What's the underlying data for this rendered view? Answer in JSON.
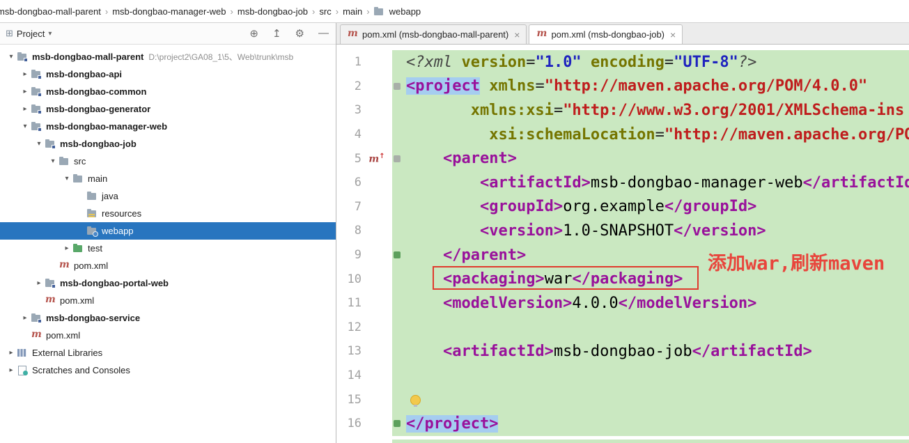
{
  "colors": {
    "editor_added_line_bg": "#cae8c1",
    "tree_selection_bg": "#2875bf",
    "xml_tag": "#99119b",
    "xml_attr_name": "#757500",
    "xml_attr_value_url": "#bf1d1d",
    "xml_attr_value": "#1f23bf",
    "matched_tag_highlight": "#a5cdf0",
    "annotation_red": "#e8453c",
    "highlight_box_red": "#e03a2d"
  },
  "breadcrumbs": {
    "separator_glyph": "›",
    "items": [
      {
        "label": "msb-dongbao-mall-parent"
      },
      {
        "label": "msb-dongbao-manager-web"
      },
      {
        "label": "msb-dongbao-job"
      },
      {
        "label": "src"
      },
      {
        "label": "main"
      },
      {
        "label": "webapp",
        "icon": "folder"
      }
    ]
  },
  "project_panel": {
    "title": "Project",
    "title_icon_glyph": "⊞",
    "title_dropdown_glyph": "▾",
    "toolbar_icons": [
      {
        "name": "locate-file-icon",
        "glyph": "⊕"
      },
      {
        "name": "collapse-all-icon",
        "glyph": "↥"
      },
      {
        "name": "settings-gear-icon",
        "glyph": "⚙"
      },
      {
        "name": "hide-panel-icon",
        "glyph": "—"
      }
    ],
    "tree": [
      {
        "label": "msb-dongbao-mall-parent",
        "path": "D:\\project2\\GA08_1\\5、Web\\trunk\\msb",
        "level": 0,
        "arrow": "open",
        "icon": "folder-module",
        "bold": true
      },
      {
        "label": "msb-dongbao-api",
        "level": 1,
        "arrow": "closed",
        "icon": "folder-module",
        "bold": true
      },
      {
        "label": "msb-dongbao-common",
        "level": 1,
        "arrow": "closed",
        "icon": "folder-module",
        "bold": true
      },
      {
        "label": "msb-dongbao-generator",
        "level": 1,
        "arrow": "closed",
        "icon": "folder-module",
        "bold": true
      },
      {
        "label": "msb-dongbao-manager-web",
        "level": 1,
        "arrow": "open",
        "icon": "folder-module",
        "bold": true
      },
      {
        "label": "msb-dongbao-job",
        "level": 2,
        "arrow": "open",
        "icon": "folder-module",
        "bold": true
      },
      {
        "label": "src",
        "level": 3,
        "arrow": "open",
        "icon": "folder"
      },
      {
        "label": "main",
        "level": 4,
        "arrow": "open",
        "icon": "folder"
      },
      {
        "label": "java",
        "level": 5,
        "icon": "folder"
      },
      {
        "label": "resources",
        "level": 5,
        "icon": "folder-resources"
      },
      {
        "label": "webapp",
        "level": 5,
        "icon": "folder-web",
        "selected": true
      },
      {
        "label": "test",
        "level": 4,
        "arrow": "closed",
        "icon": "folder-test"
      },
      {
        "label": "pom.xml",
        "level": 3,
        "icon": "maven"
      },
      {
        "label": "msb-dongbao-portal-web",
        "level": 2,
        "arrow": "closed",
        "icon": "folder-module",
        "bold": true
      },
      {
        "label": "pom.xml",
        "level": 2,
        "icon": "maven"
      },
      {
        "label": "msb-dongbao-service",
        "level": 1,
        "arrow": "closed",
        "icon": "folder-module",
        "bold": true
      },
      {
        "label": "pom.xml",
        "level": 1,
        "icon": "maven"
      },
      {
        "label": "External Libraries",
        "level": 0,
        "arrow": "closed",
        "icon": "library"
      },
      {
        "label": "Scratches and Consoles",
        "level": 0,
        "arrow": "closed",
        "icon": "scratch"
      }
    ]
  },
  "editor": {
    "tabs": [
      {
        "label": "pom.xml (msb-dongbao-mall-parent)",
        "close_glyph": "×",
        "active": false
      },
      {
        "label": "pom.xml (msb-dongbao-job)",
        "close_glyph": "×",
        "active": true
      }
    ],
    "gutter_maven_glyph": "m",
    "gutter_maven_arrow_glyph": "↑",
    "annotation": "添加war,刷新maven",
    "lines": [
      {
        "num": 1,
        "tokens": [
          [
            "pi",
            "<?xml "
          ],
          [
            "a",
            "version"
          ],
          [
            "p",
            "="
          ],
          [
            "vb",
            "\"1.0\""
          ],
          [
            "p",
            " "
          ],
          [
            "a",
            "encoding"
          ],
          [
            "p",
            "="
          ],
          [
            "vb",
            "\"UTF-8\""
          ],
          [
            "pi",
            "?>"
          ]
        ]
      },
      {
        "num": 2,
        "gutter": [
          "fold-gray"
        ],
        "tokens": [
          [
            "t",
            "<project",
            "hl"
          ],
          [
            "p",
            " "
          ],
          [
            "a",
            "xmlns"
          ],
          [
            "p",
            "="
          ],
          [
            "vr",
            "\"http://maven.apache.org/POM/4.0.0\""
          ]
        ]
      },
      {
        "num": 3,
        "tokens": [
          [
            "p",
            "       "
          ],
          [
            "a",
            "xmlns:xsi"
          ],
          [
            "p",
            "="
          ],
          [
            "vr",
            "\"http://www.w3.org/2001/XMLSchema-ins"
          ]
        ]
      },
      {
        "num": 4,
        "tokens": [
          [
            "p",
            "         "
          ],
          [
            "a",
            "xsi:schemaLocation"
          ],
          [
            "p",
            "="
          ],
          [
            "vr",
            "\"http://maven.apache.org/POM"
          ]
        ]
      },
      {
        "num": 5,
        "gutter": [
          "maven-parent",
          "fold-gray"
        ],
        "tokens": [
          [
            "p",
            "    "
          ],
          [
            "t",
            "<parent>"
          ]
        ]
      },
      {
        "num": 6,
        "tokens": [
          [
            "p",
            "        "
          ],
          [
            "t",
            "<artifactId>"
          ],
          [
            "x",
            "msb-dongbao-manager-web"
          ],
          [
            "t",
            "</artifactId>"
          ]
        ]
      },
      {
        "num": 7,
        "tokens": [
          [
            "p",
            "        "
          ],
          [
            "t",
            "<groupId>"
          ],
          [
            "x",
            "org.example"
          ],
          [
            "t",
            "</groupId>"
          ]
        ]
      },
      {
        "num": 8,
        "tokens": [
          [
            "p",
            "        "
          ],
          [
            "t",
            "<version>"
          ],
          [
            "x",
            "1.0-SNAPSHOT"
          ],
          [
            "t",
            "</version>"
          ]
        ]
      },
      {
        "num": 9,
        "gutter": [
          "fold-green"
        ],
        "tokens": [
          [
            "p",
            "    "
          ],
          [
            "t",
            "</parent>"
          ]
        ]
      },
      {
        "num": 10,
        "tokens": [
          [
            "p",
            "    "
          ],
          [
            "t",
            "<packaging>"
          ],
          [
            "x",
            "war"
          ],
          [
            "t",
            "</packaging>"
          ]
        ]
      },
      {
        "num": 11,
        "tokens": [
          [
            "p",
            "    "
          ],
          [
            "t",
            "<modelVersion>"
          ],
          [
            "x",
            "4.0.0"
          ],
          [
            "t",
            "</modelVersion>"
          ]
        ]
      },
      {
        "num": 12,
        "tokens": []
      },
      {
        "num": 13,
        "tokens": [
          [
            "p",
            "    "
          ],
          [
            "t",
            "<artifactId>"
          ],
          [
            "x",
            "msb-dongbao-job"
          ],
          [
            "t",
            "</artifactId>"
          ]
        ]
      },
      {
        "num": 14,
        "tokens": []
      },
      {
        "num": 15,
        "tokens": []
      },
      {
        "num": 16,
        "gutter": [
          "fold-green"
        ],
        "tokens": [
          [
            "t",
            "</project>",
            "hl"
          ]
        ]
      }
    ]
  }
}
